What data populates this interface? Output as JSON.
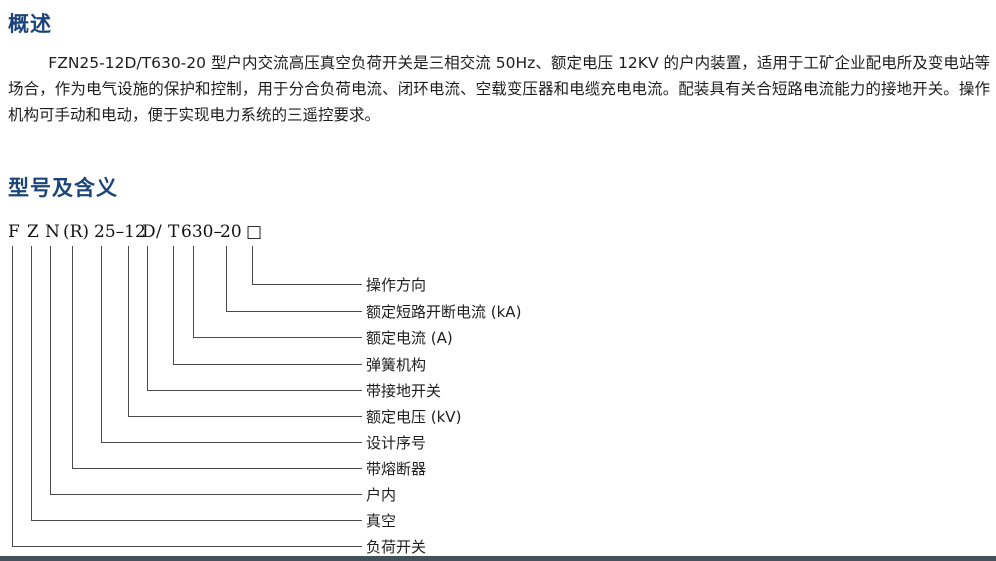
{
  "overview": {
    "heading": "概述",
    "paragraph": "FZN25-12D/T630-20 型户内交流高压真空负荷开关是三相交流 50Hz、额定电压 12KV 的户内装置，适用于工矿企业配电所及变电站等场合，作为电气设施的保护和控制，用于分合负荷电流、闭环电流、空载变压器和电缆充电电流。配装具有关合短路电流能力的接地开关。操作机构可手动和电动，便于实现电力系统的三遥控要求。"
  },
  "model_section": {
    "heading": "型号及含义",
    "code_parts": [
      "F",
      "Z",
      "N",
      "(R)",
      "25–12",
      "D",
      "/",
      "T",
      "630–",
      "20",
      "□"
    ],
    "labels": [
      "操作方向",
      "额定短路开断电流 (kA)",
      "额定电流 (A)",
      "弹簧机构",
      "带接地开关",
      "额定电压 (kV)",
      "设计序号",
      "带熔断器",
      "户内",
      "真空",
      "负荷开关"
    ]
  },
  "colors": {
    "heading_blue": "#1b4579",
    "text": "#1d1d1d",
    "line": "#4a4a4a",
    "footer_bar": "#44505c"
  }
}
